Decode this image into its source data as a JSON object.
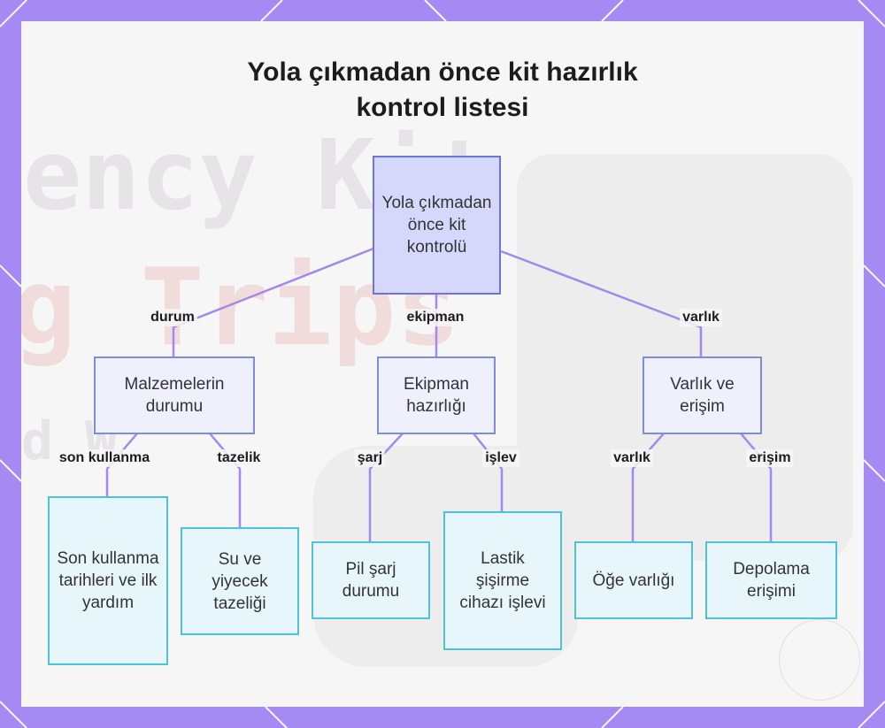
{
  "title": [
    "Yola çıkmadan önce kit hazırlık",
    "kontrol listesi"
  ],
  "background_text": [
    "ency Kit",
    "g Trips",
    "d W"
  ],
  "colors": {
    "frame": "#a48af2",
    "connector": "#a48ae8",
    "root_fill": "#d6d8fb",
    "root_border": "#6f74d9",
    "mid_fill": "#eef0fb",
    "mid_border": "#7f8cd8",
    "leaf_fill": "#e6f6fb",
    "leaf_border": "#4ec2d8"
  },
  "nodes": {
    "root": "Yola çıkmadan önce kit kontrolü",
    "durum": "Malzemelerin durumu",
    "ekipman": "Ekipman hazırlığı",
    "varlik": "Varlık ve erişim",
    "son_kullanma": "Son kullanma tarihleri ve ilk yardım",
    "tazelik": "Su ve yiyecek tazeliği",
    "sarj": "Pil şarj durumu",
    "islev": "Lastik şişirme cihazı işlevi",
    "oge": "Öğe varlığı",
    "depolama": "Depolama erişimi"
  },
  "edges": {
    "durum": "durum",
    "ekipman": "ekipman",
    "varlik": "varlık",
    "son_kullanma": "son kullanma",
    "tazelik": "tazelik",
    "sarj": "şarj",
    "islev": "işlev",
    "varlik2": "varlık",
    "erisim": "erişim"
  }
}
